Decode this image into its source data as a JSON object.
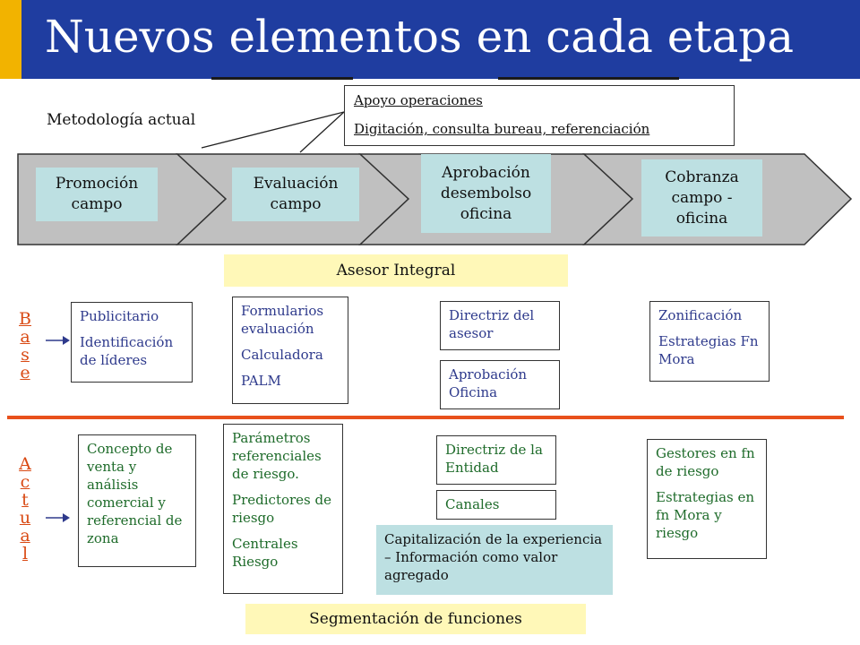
{
  "title": "Nuevos elementos en cada etapa",
  "methodology_label": "Metodología actual",
  "callout": {
    "line1": "Apoyo operaciones",
    "line2": "Digitación, consulta  bureau, referenciación"
  },
  "stages": [
    {
      "label": "Promoción campo"
    },
    {
      "label": "Evaluación campo"
    },
    {
      "label": "Aprobación desembolso oficina"
    },
    {
      "label": "Cobranza campo - oficina"
    }
  ],
  "asesor_label": "Asesor Integral",
  "segmentacion_label": "Segmentación de funciones",
  "base_label": [
    "B",
    "a",
    "s",
    "e"
  ],
  "actual_label": [
    "A",
    "c",
    "t",
    "u",
    "a",
    "l"
  ],
  "base_boxes": {
    "publicitario": [
      "Publicitario",
      "Identificación de líderes"
    ],
    "formularios": [
      "Formularios evaluación",
      "Calculadora",
      "PALM"
    ],
    "directriz_asesor": [
      "Directriz del asesor"
    ],
    "aprobacion_oficina": [
      "Aprobación Oficina"
    ],
    "zonificacion": [
      "Zonificación",
      "Estrategias Fn Mora"
    ]
  },
  "actual_boxes": {
    "concepto": [
      "Concepto de venta y análisis comercial y referencial de zona"
    ],
    "parametros": [
      "Parámetros referenciales de riesgo.",
      "Predictores de riesgo",
      "Centrales Riesgo"
    ],
    "directriz_entidad": [
      "Directriz de la Entidad"
    ],
    "canales": [
      "Canales"
    ],
    "gestores": [
      "Gestores en fn de riesgo",
      "Estrategias en fn Mora y riesgo"
    ]
  },
  "capitalizacion": "Capitalización de la experiencia – Información como valor agregado",
  "colors": {
    "title_bar": "#1f3da0",
    "title_accent": "#f2b300",
    "stage_fill": "#bde0e2",
    "chevron_fill": "#c0c0c0",
    "highlight": "#fff8b8",
    "separator": "#e8501c",
    "base_text": "#2e3a8c",
    "actual_text": "#1e6b2a",
    "vertical_label": "#d94a14"
  }
}
